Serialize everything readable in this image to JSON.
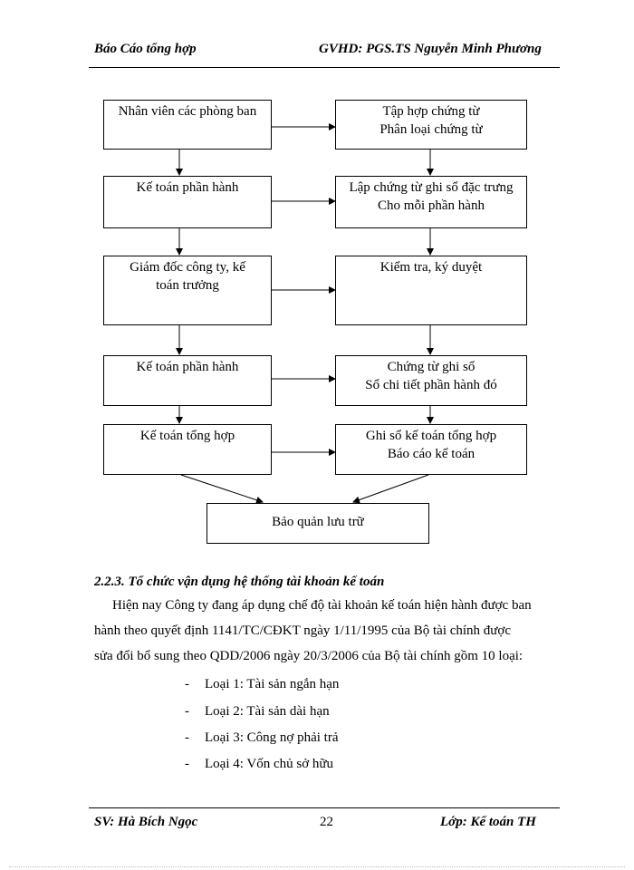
{
  "header": {
    "left": "Báo Cáo tổng hợp",
    "right": "GVHD: PGS.TS Nguyễn Minh Phương"
  },
  "flowchart": {
    "left_boxes": [
      [
        "Nhân viên các phòng ban"
      ],
      [
        "Kế toán phần hành"
      ],
      [
        "Giám đốc công ty, kế",
        "toán trưởng"
      ],
      [
        "Kế toán phần hành"
      ],
      [
        "Kế toán tổng hợp"
      ]
    ],
    "right_boxes": [
      [
        "Tập hợp chứng từ",
        "Phân loại chứng từ"
      ],
      [
        "Lập chứng từ ghi sổ đặc trưng",
        "Cho mỗi phần hành"
      ],
      [
        "Kiểm tra, ký duyệt"
      ],
      [
        "Chứng từ ghi sổ",
        "Sổ chi tiết phần hành đó"
      ],
      [
        "Ghi sổ kế toán tổng hợp",
        "Báo cáo kế toán"
      ]
    ],
    "bottom_box": "Bảo quản lưu trữ"
  },
  "section": {
    "heading": "2.2.3. Tổ chức vận dụng hệ thống tài khoản kế toán",
    "paragraph_lines": [
      "Hiện nay Công ty đang áp dụng chế độ tài khoản kế toán hiện hành được ban",
      "hành theo quyết định 1141/TC/CĐKT ngày 1/11/1995  của Bộ tài chính được",
      "sửa đổi bổ sung theo QDD/2006 ngày 20/3/2006 của Bộ tài chính gồm 10 loại:"
    ],
    "list_items": [
      "Loại 1: Tài sản ngắn hạn",
      "Loại 2: Tài sản dài hạn",
      "Loại 3: Công nợ phải trả",
      "Loại 4: Vốn chủ sở hữu"
    ],
    "bullet": "-"
  },
  "footer": {
    "left": "SV: Hà Bích Ngọc",
    "page_number": "22",
    "right": "Lớp: Kế toán TH"
  }
}
